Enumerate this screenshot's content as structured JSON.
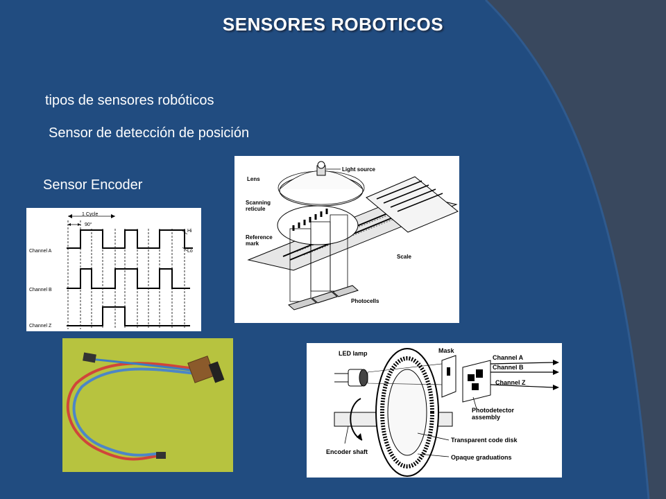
{
  "slide": {
    "title": "SENSORES ROBOTICOS",
    "lines": [
      "tipos de sensores robóticos",
      "Sensor de detección de posición",
      "Sensor Encoder"
    ]
  },
  "colors": {
    "background_main": "#214c80",
    "background_corner": "#39485e",
    "text": "#ffffff"
  },
  "waveform": {
    "cycle_label": "1 Cycle",
    "phase_label": "90°",
    "level_hi": "Hi",
    "level_lo": "Lo",
    "channels": [
      "Channel A",
      "Channel B",
      "Channel Z"
    ]
  },
  "linear_encoder": {
    "labels": {
      "light_source": "Light source",
      "lens": "Lens",
      "scanning_reticule": "Scanning reticule",
      "reference_mark": "Reference mark",
      "scale": "Scale",
      "photocells": "Photocells"
    }
  },
  "rotary_encoder": {
    "labels": {
      "led_lamp": "LED lamp",
      "mask": "Mask",
      "channel_a": "Channel A",
      "channel_b": "Channel B",
      "channel_z": "Channel Z",
      "photodetector": "Photodetector assembly",
      "code_disk": "Transparent code disk",
      "encoder_shaft": "Encoder shaft",
      "opaque_graduations": "Opaque graduations"
    }
  },
  "photo": {
    "subject": "encoder sensor with red and blue wires"
  }
}
